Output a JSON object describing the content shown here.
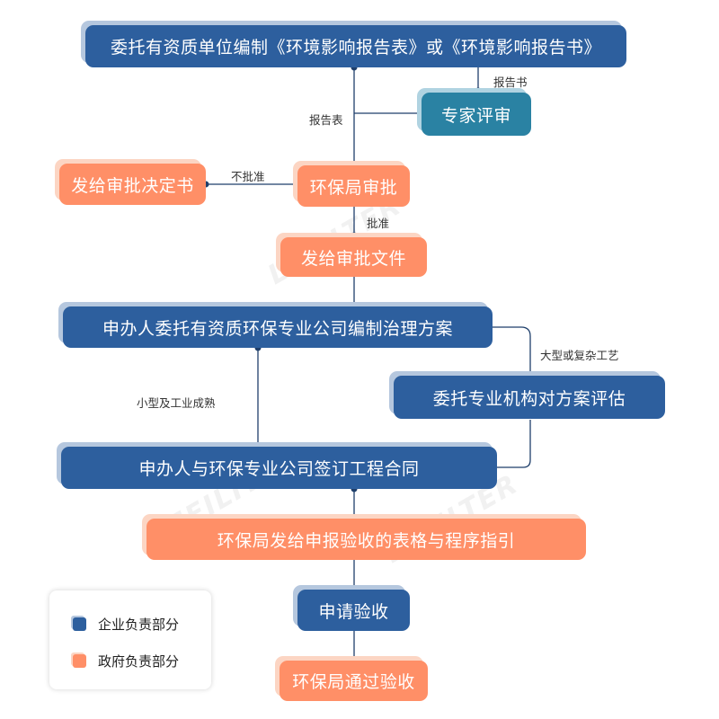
{
  "boxes": {
    "commission": "委托有资质单位编制《环境影响报告表》或《环境影响报告书》",
    "expert_review": "专家评审",
    "env_bureau_review": "环保局审批",
    "reject_decision": "发给审批决定书",
    "approval_doc": "发给审批文件",
    "treatment_plan": "申办人委托有资质环保专业公司编制治理方案",
    "plan_evaluation": "委托专业机构对方案评估",
    "contract": "申办人与环保专业公司签订工程合同",
    "acceptance_forms": "环保局发给申报验收的表格与程序指引",
    "apply_acceptance": "申请验收",
    "pass_acceptance": "环保局通过验收"
  },
  "edge_labels": {
    "report_book": "报告书",
    "report_form": "报告表",
    "not_approved": "不批准",
    "approved": "批准",
    "large_complex": "大型或复杂工艺",
    "small_mature": "小型及工业成熟"
  },
  "legend": {
    "enterprise": "企业负责部分",
    "government": "政府负责部分"
  },
  "colors": {
    "enterprise": "#2d5f9e",
    "government": "#ff8f67",
    "expert": "#2a82a3",
    "line": "#1f3f6b"
  }
}
